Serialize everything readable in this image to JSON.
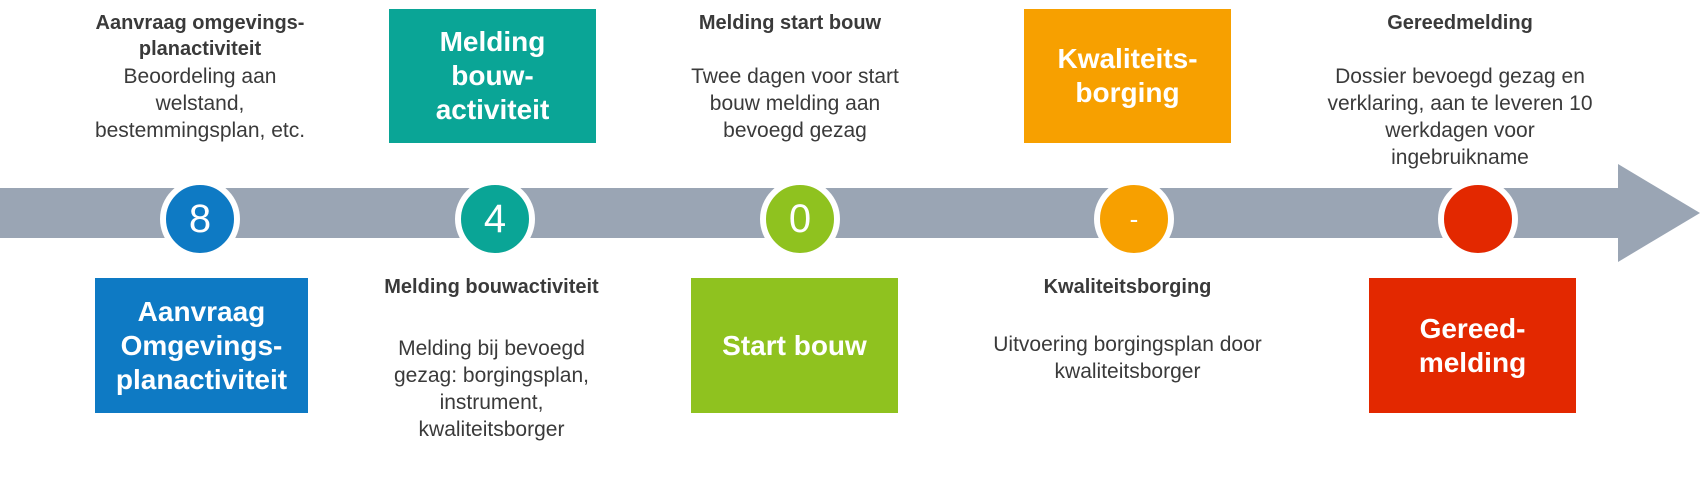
{
  "colors": {
    "arrow": "#9aa5b4",
    "blue": "#0e7ac4",
    "teal": "#0aa596",
    "green": "#8fc21f",
    "orange": "#f7a000",
    "red": "#e32800"
  },
  "steps": [
    {
      "node_label": "8",
      "color": "#0e7ac4",
      "box_label": "Aanvraag\nOmgevings-\nplanactiviteit",
      "title": "Aanvraag omgevings-\nplanactiviteit",
      "description": "Beoordeling aan\nwelstand,\nbestemmingsplan, etc."
    },
    {
      "node_label": "4",
      "color": "#0aa596",
      "box_label": "Melding\nbouw-\nactiviteit",
      "title": "Melding bouwactiviteit",
      "description": "Melding bij bevoegd\ngezag: borgingsplan,\ninstrument,\nkwaliteitsborger"
    },
    {
      "node_label": "0",
      "color": "#8fc21f",
      "box_label": "Start bouw",
      "title": "Melding start bouw",
      "description": "Twee dagen voor start\nbouw melding aan\nbevoegd gezag"
    },
    {
      "node_label": "-",
      "color": "#f7a000",
      "box_label": "Kwaliteits-\nborging",
      "title": "Kwaliteitsborging",
      "description": "Uitvoering borgingsplan door\nkwaliteitsborger"
    },
    {
      "node_label": "",
      "color": "#e32800",
      "box_label": "Gereed-\nmelding",
      "title": "Gereedmelding",
      "description": "Dossier bevoegd gezag en\nverklaring, aan te leveren 10\nwerkdagen voor\ningebruikname"
    }
  ]
}
